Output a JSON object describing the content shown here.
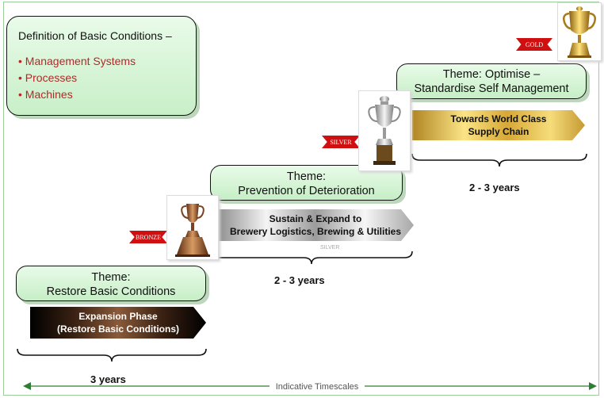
{
  "definition": {
    "title": "Definition of Basic Conditions –",
    "items": [
      "• Management Systems",
      "• Processes",
      "• Machines"
    ]
  },
  "stages": [
    {
      "theme_line1": "Theme:",
      "theme_line2": "Restore Basic Conditions",
      "arrow_line1": "Expansion Phase",
      "arrow_line2": "(Restore Basic Conditions)",
      "duration": "3 years",
      "medal": "BRONZE",
      "medal_icon": "bronze-trophy-icon"
    },
    {
      "theme_line1": "Theme:",
      "theme_line2": "Prevention of Deterioration",
      "arrow_line1": "Sustain & Expand to",
      "arrow_line2": "Brewery Logistics, Brewing & Utilities",
      "arrow_sub": "SILVER",
      "duration": "2 - 3 years",
      "medal": "SILVER",
      "medal_icon": "silver-trophy-icon"
    },
    {
      "theme_line1": "Theme: Optimise –",
      "theme_line2": "Standardise Self Management",
      "arrow_line1": "Towards World Class",
      "arrow_line2": "Supply Chain",
      "duration": "2 - 3 years",
      "medal": "GOLD",
      "medal_icon": "gold-trophy-icon"
    }
  ],
  "timeline": {
    "label": "Indicative Timescales"
  },
  "colors": {
    "theme_fill": "#d6f5d6",
    "bullet_text": "#b42828",
    "medal_tag": "#d01010",
    "timeline_line": "#2e7d32"
  }
}
